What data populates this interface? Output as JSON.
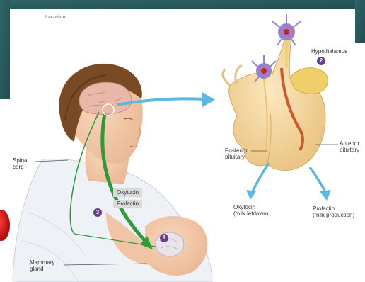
{
  "diagram": {
    "title": "Lactation",
    "labels": {
      "hypothalamus": "Hypothalamus",
      "anterior_pituitary": "Anterior\npituitary",
      "posterior_pituitary": "Posterior\npituitary",
      "spinal_cord": "Spinal\ncord",
      "mammary_gland": "Mammary\ngland",
      "oxytocin_output": "Oxytocin\n(milk letdown)",
      "prolactin_output": "Prolactin\n(milk production)"
    },
    "hormones": [
      "Oxytocin",
      "Prolactin"
    ],
    "steps": [
      "1",
      "2",
      "3"
    ],
    "colors": {
      "frame_teal": "#2a5c5e",
      "pituitary": "#f2d59a",
      "hypothalamus_gland": "#f0cf6a",
      "neuron": "#9a7fc9",
      "arrow_blue": "#5bb8e0",
      "green_nerve": "#2e9a3a",
      "red_vessel": "#d0582e",
      "step_badge": "#6a3d8f",
      "skin": "#f3c9a8",
      "hair": "#7a4a25",
      "red_blob": "#cc1111"
    }
  }
}
